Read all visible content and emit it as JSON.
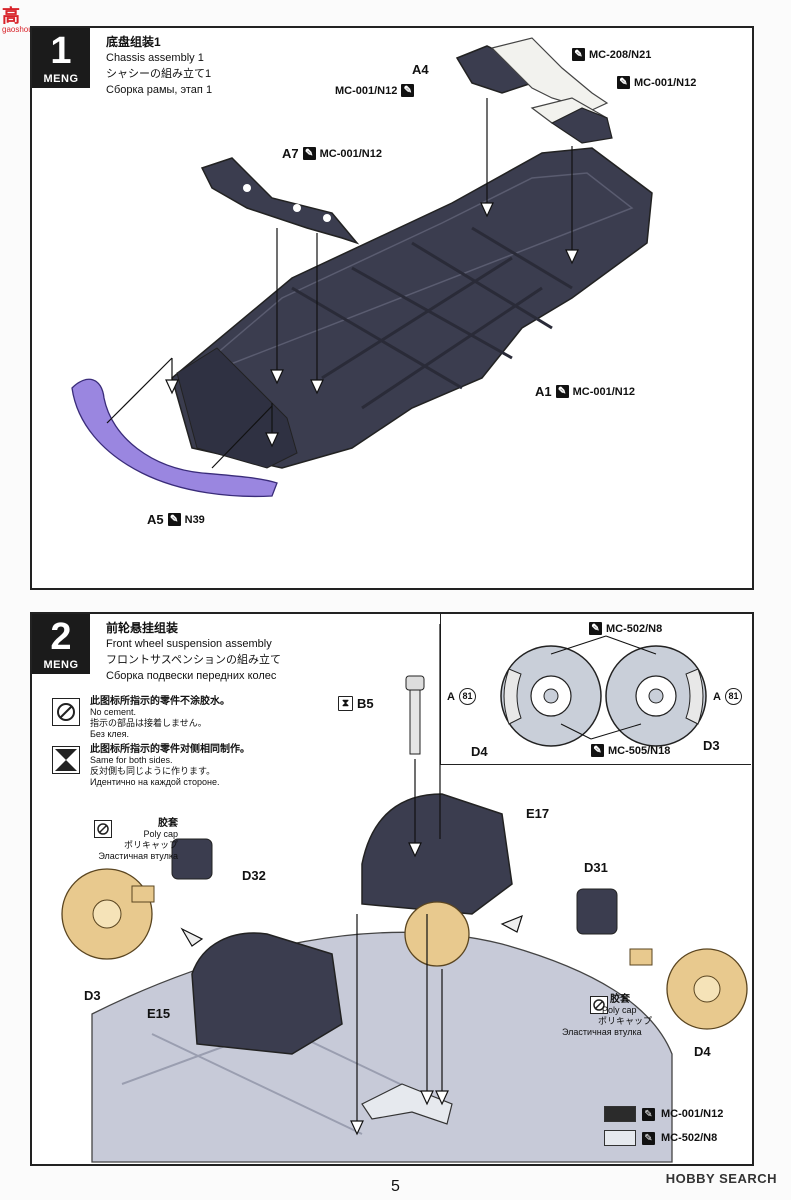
{
  "site": {
    "logo_text": "高",
    "logo_sub": "gaoshou.com",
    "watermark": "HOBBY SEARCH"
  },
  "page_number": "5",
  "step1": {
    "number": "1",
    "brand": "MENG",
    "title_zh": "底盘组装1",
    "title_en": "Chassis assembly 1",
    "title_ja": "シャシーの組み立て1",
    "title_ru": "Сборка рамы, этап 1",
    "labels": {
      "a4": "A4",
      "a4_paint": "MC-001/N12",
      "mc208": "MC-208/N21",
      "mc001_top": "MC-001/N12",
      "a7": "A7",
      "a7_paint": "MC-001/N12",
      "a1": "A1",
      "a1_paint": "MC-001/N12",
      "a5": "A5",
      "a5_paint": "N39"
    }
  },
  "step2": {
    "number": "2",
    "brand": "MENG",
    "title_zh": "前轮悬挂组装",
    "title_en": "Front wheel suspension assembly",
    "title_ja": "フロントサスペンションの組み立て",
    "title_ru": "Сборка подвески передних колес",
    "note1": {
      "zh": "此图标所指示的零件不涂胶水。",
      "en": "No cement.",
      "ja": "指示の部品は接着しません。",
      "ru": "Без клея."
    },
    "note2": {
      "zh": "此图标所指示的零件对侧相同制作。",
      "en": "Same for both sides.",
      "ja": "反対側も同じように作ります。",
      "ru": "Идентично на каждой стороне."
    },
    "polycap_left": {
      "zh": "胶套",
      "en": "Poly cap",
      "ja": "ポリキャップ",
      "ru": "Эластичная втулка"
    },
    "polycap_right": {
      "zh": "胶套",
      "en": "Poly cap",
      "ja": "ポリキャップ",
      "ru": "Эластичная втулка"
    },
    "labels": {
      "b5": "B5",
      "e17": "E17",
      "e15": "E15",
      "d32": "D32",
      "d31": "D31",
      "d3_left": "D3",
      "d4_right": "D4",
      "inset_mc502": "MC-502/N8",
      "inset_mc505": "MC-505/N18",
      "inset_a_left": "A",
      "inset_a_left_num": "81",
      "inset_a_right": "A",
      "inset_a_right_num": "81",
      "inset_d4": "D4",
      "inset_d3": "D3"
    },
    "legend": [
      {
        "color": "#2b2b2b",
        "label": "MC-001/N12"
      },
      {
        "color": "#e6e9ee",
        "label": "MC-502/N8"
      }
    ]
  },
  "colors": {
    "chassis": "#3b3d4f",
    "front_lip": "#9a86e0",
    "light_part": "#f2f2ee",
    "tan_part": "#e8c98e",
    "light_chassis": "#c7cad8"
  }
}
